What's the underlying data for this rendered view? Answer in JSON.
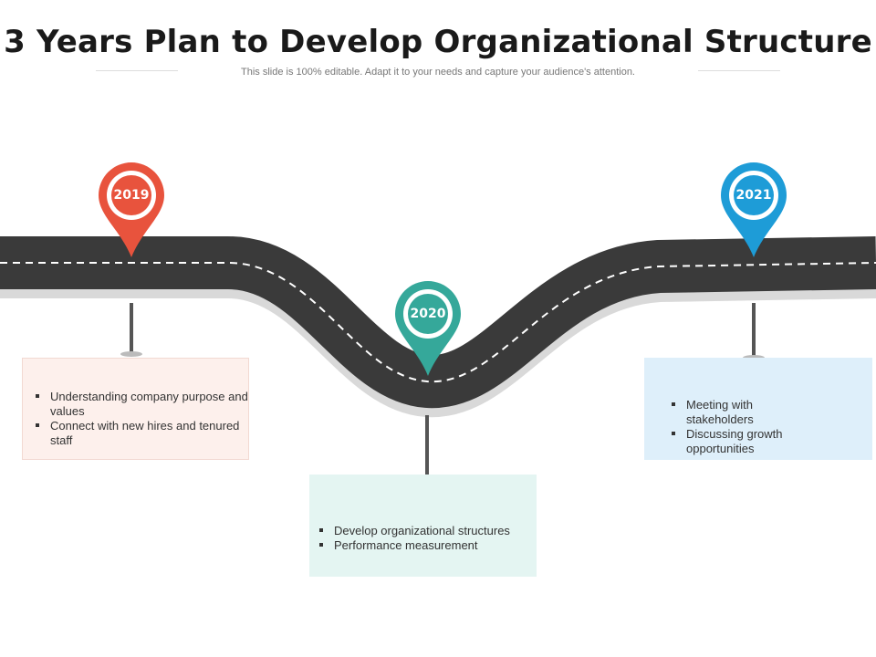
{
  "slide": {
    "title": "3 Years Plan to Develop Organizational Structure",
    "subtitle": "This slide is 100% editable. Adapt it to your needs and capture your audience's attention."
  },
  "colors": {
    "road": "#3a3a3a",
    "road_shadow": "#d9d9d9",
    "dash": "#ffffff",
    "stem": "#555555"
  },
  "milestones": [
    {
      "year": "2019",
      "pin_color": "#e8533d",
      "pin_icon": "location-pin-icon",
      "box_bg": "#fdf0ec",
      "box_border": "#f2d9d2",
      "items": [
        "Understanding company purpose and values",
        "Connect with new hires and tenured staff"
      ]
    },
    {
      "year": "2020",
      "pin_color": "#35a89a",
      "pin_icon": "location-pin-icon",
      "box_bg": "#e4f5f2",
      "box_border": "#e4f5f2",
      "items": [
        "Develop organizational structures",
        "Performance measurement"
      ]
    },
    {
      "year": "2021",
      "pin_color": "#1e9cd7",
      "pin_icon": "location-pin-icon",
      "box_bg": "#deeffa",
      "box_border": "#deeffa",
      "items": [
        "Meeting with stakeholders",
        "Discussing growth opportunities"
      ]
    }
  ]
}
